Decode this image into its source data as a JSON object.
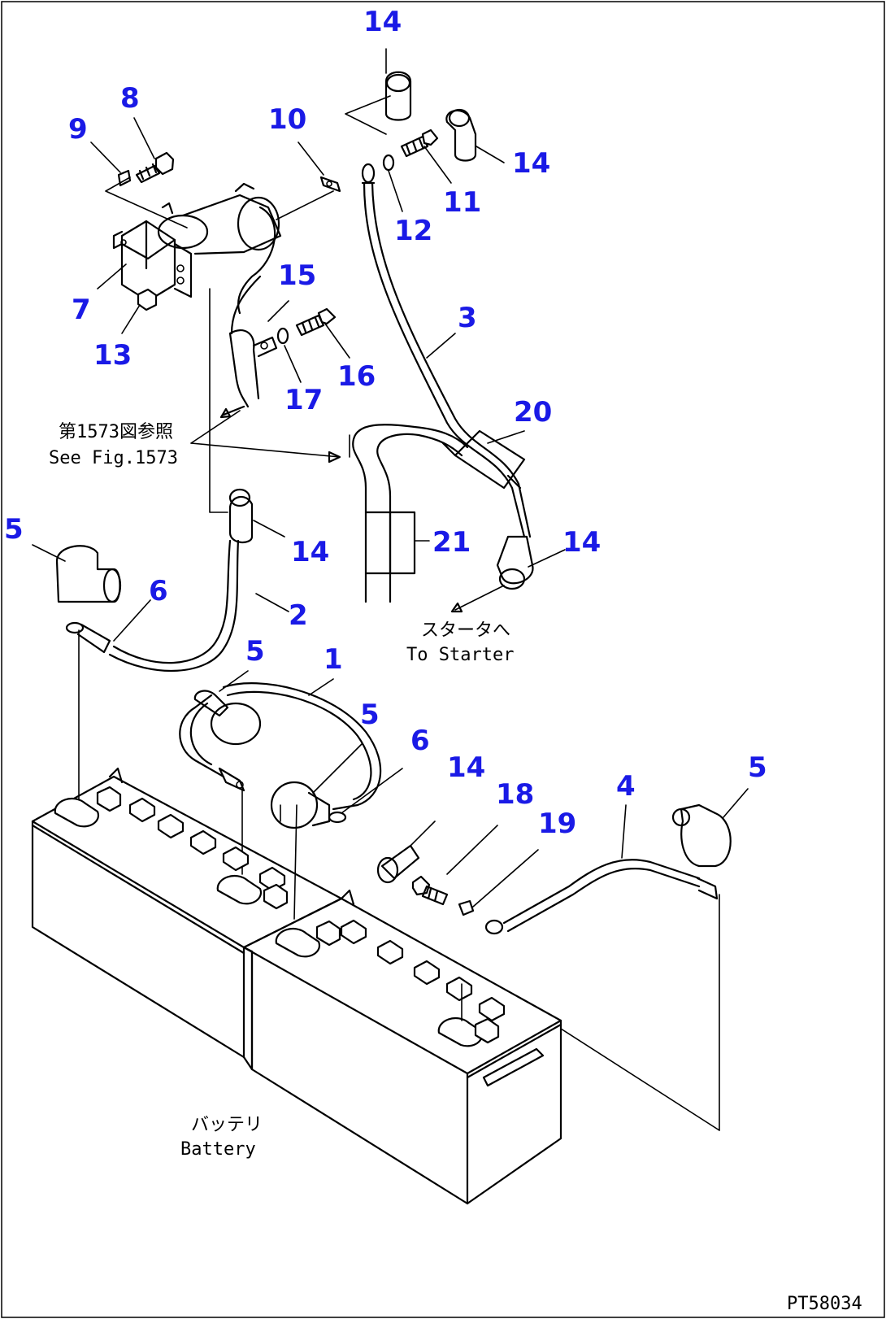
{
  "callouts": [
    {
      "id": "c14a",
      "label": "14"
    },
    {
      "id": "c8",
      "label": "8"
    },
    {
      "id": "c9",
      "label": "9"
    },
    {
      "id": "c10",
      "label": "10"
    },
    {
      "id": "c14b",
      "label": "14"
    },
    {
      "id": "c11",
      "label": "11"
    },
    {
      "id": "c12",
      "label": "12"
    },
    {
      "id": "c7",
      "label": "7"
    },
    {
      "id": "c13",
      "label": "13"
    },
    {
      "id": "c15",
      "label": "15"
    },
    {
      "id": "c3",
      "label": "3"
    },
    {
      "id": "c16",
      "label": "16"
    },
    {
      "id": "c17",
      "label": "17"
    },
    {
      "id": "c20",
      "label": "20"
    },
    {
      "id": "c5a",
      "label": "5"
    },
    {
      "id": "c14c",
      "label": "14"
    },
    {
      "id": "c21",
      "label": "21"
    },
    {
      "id": "c14d",
      "label": "14"
    },
    {
      "id": "c6a",
      "label": "6"
    },
    {
      "id": "c2",
      "label": "2"
    },
    {
      "id": "c5b",
      "label": "5"
    },
    {
      "id": "c1",
      "label": "1"
    },
    {
      "id": "c5c",
      "label": "5"
    },
    {
      "id": "c6b",
      "label": "6"
    },
    {
      "id": "c14e",
      "label": "14"
    },
    {
      "id": "c18",
      "label": "18"
    },
    {
      "id": "c4",
      "label": "4"
    },
    {
      "id": "c5d",
      "label": "5"
    },
    {
      "id": "c19",
      "label": "19"
    }
  ],
  "notes": {
    "see_fig_jp": "第1573図参照",
    "see_fig_en": "See Fig.1573",
    "to_starter_jp": "スタータへ",
    "to_starter_en": "To Starter",
    "battery_jp": "バッテリ",
    "battery_en": "Battery"
  },
  "drawing_code": "PT58034"
}
